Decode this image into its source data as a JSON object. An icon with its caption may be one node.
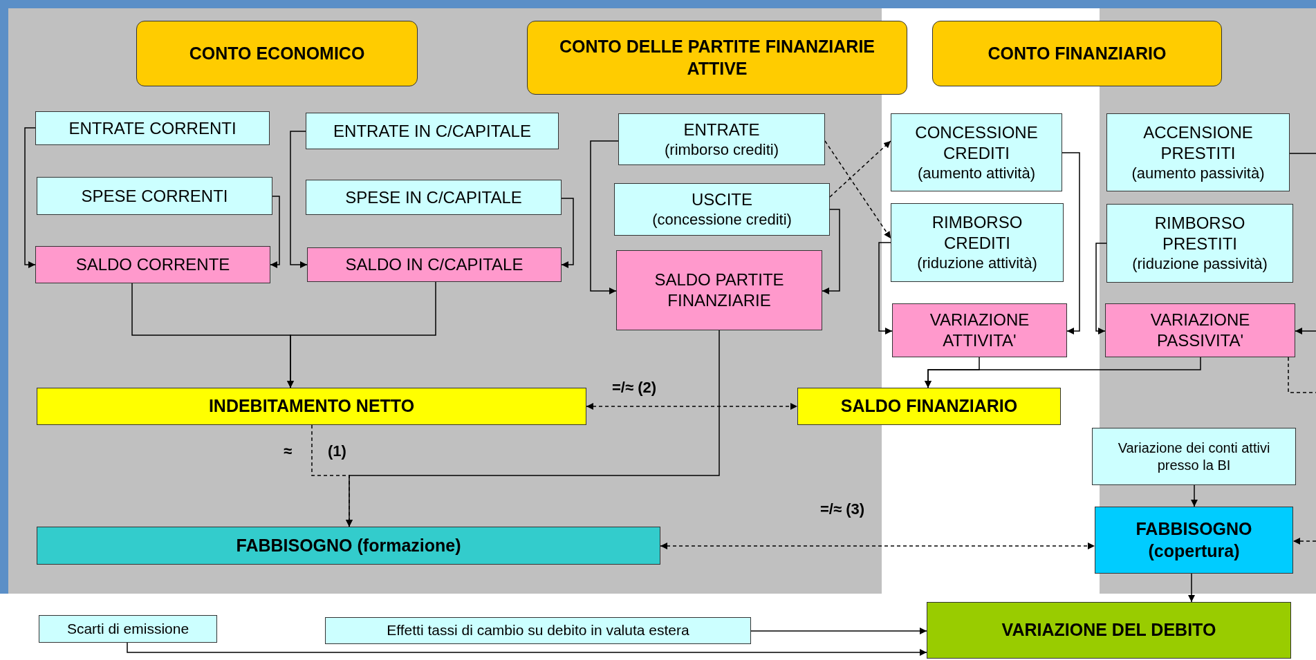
{
  "diagram": {
    "nodes": [
      {
        "text": [
          "CONTO ECONOMICO"
        ]
      },
      {
        "text": [
          "CONTO DELLE PARTITE FINANZIARIE ATTIVE"
        ]
      },
      {
        "text": [
          "CONTO FINANZIARIO"
        ]
      },
      {
        "text": [
          "ENTRATE CORRENTI"
        ]
      },
      {
        "text": [
          "SPESE CORRENTI"
        ]
      },
      {
        "text": [
          "SALDO CORRENTE"
        ]
      },
      {
        "text": [
          "ENTRATE IN C/CAPITALE"
        ]
      },
      {
        "text": [
          "SPESE IN C/CAPITALE"
        ]
      },
      {
        "text": [
          "SALDO IN C/CAPITALE"
        ]
      },
      {
        "text": [
          "ENTRATE",
          "(rimborso crediti)"
        ]
      },
      {
        "text": [
          "USCITE",
          "(concessione crediti)"
        ]
      },
      {
        "text": [
          "SALDO PARTITE FINANZIARIE"
        ]
      },
      {
        "text": [
          "CONCESSIONE CREDITI",
          "(aumento attività)"
        ]
      },
      {
        "text": [
          "RIMBORSO CREDITI",
          "(riduzione attività)"
        ]
      },
      {
        "text": [
          "VARIAZIONE ATTIVITA'"
        ]
      },
      {
        "text": [
          "ACCENSIONE PRESTITI",
          "(aumento passività)"
        ]
      },
      {
        "text": [
          "RIMBORSO PRESTITI",
          "(riduzione passività)"
        ]
      },
      {
        "text": [
          "VARIAZIONE PASSIVITA'"
        ]
      },
      {
        "text": [
          "INDEBITAMENTO NETTO"
        ]
      },
      {
        "text": [
          "SALDO FINANZIARIO"
        ]
      },
      {
        "text": [
          "Variazione dei conti attivi presso la BI"
        ]
      },
      {
        "text": [
          "FABBISOGNO (formazione)"
        ]
      },
      {
        "text": [
          "FABBISOGNO (copertura)"
        ]
      },
      {
        "text": [
          "Scarti di emissione"
        ]
      },
      {
        "text": [
          "Effetti tassi di cambio su debito in valuta estera"
        ]
      },
      {
        "text": [
          "VARIAZIONE DEL DEBITO"
        ]
      }
    ],
    "edges": [
      {
        "from": 3,
        "to": 5,
        "arrow": "to"
      },
      {
        "from": 4,
        "to": 5,
        "arrow": "to"
      },
      {
        "from": 6,
        "to": 8,
        "arrow": "to"
      },
      {
        "from": 7,
        "to": 8,
        "arrow": "to"
      },
      {
        "from": 5,
        "to": 18,
        "arrow": "to"
      },
      {
        "from": 8,
        "to": 18,
        "arrow": "to"
      },
      {
        "from": 9,
        "to": 11,
        "arrow": "to"
      },
      {
        "from": 10,
        "to": 11,
        "arrow": "to"
      },
      {
        "from": 9,
        "to": 13,
        "arrow": "to",
        "style": "dashed"
      },
      {
        "from": 10,
        "to": 12,
        "arrow": "to",
        "style": "dashed"
      },
      {
        "from": 12,
        "to": 14,
        "arrow": "to"
      },
      {
        "from": 13,
        "to": 14,
        "arrow": "to"
      },
      {
        "from": 16,
        "to": 17,
        "arrow": "to"
      },
      {
        "from": 15,
        "to": null,
        "arrow": "none"
      },
      {
        "from": null,
        "to": 17,
        "arrow": "to"
      },
      {
        "from": 14,
        "to": 19,
        "arrow": "to"
      },
      {
        "from": 17,
        "to": 19,
        "arrow": "to"
      },
      {
        "from": 17,
        "to": null,
        "arrow": "none",
        "style": "dashed"
      },
      {
        "from": 18,
        "to": 19,
        "arrow": "both",
        "style": "dashed"
      },
      {
        "from": 18,
        "to": 21,
        "arrow": "to",
        "style": "dashed"
      },
      {
        "from": 11,
        "to": 21,
        "arrow": "to"
      },
      {
        "from": 21,
        "to": 22,
        "arrow": "both",
        "style": "dashed"
      },
      {
        "from": 20,
        "to": 22,
        "arrow": "to"
      },
      {
        "from": null,
        "to": 22,
        "arrow": "to",
        "style": "dashed"
      },
      {
        "from": 22,
        "to": 25,
        "arrow": "to"
      },
      {
        "from": 24,
        "to": 25,
        "arrow": "to"
      },
      {
        "from": 23,
        "to": 25,
        "arrow": "to"
      }
    ],
    "labels": [
      "=/≈ (2)",
      "≈",
      "(1)",
      "=/≈ (3)"
    ]
  }
}
